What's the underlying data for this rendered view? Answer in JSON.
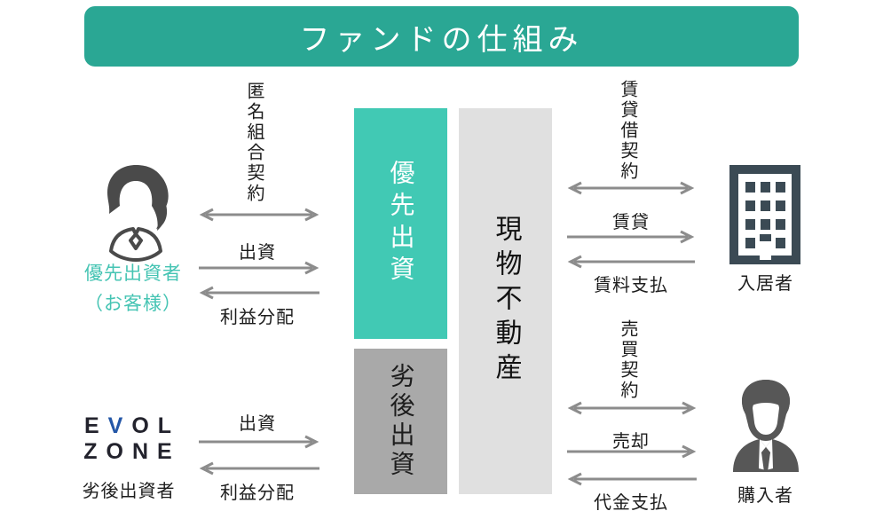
{
  "title": "ファンドの仕組み",
  "colors": {
    "banner": "#2aa794",
    "priority_box": "#41c9b4",
    "subordinate_box": "#a9a9a9",
    "property_box": "#e0e0e0",
    "accent_text": "#45c4b3",
    "arrow": "#8c8c8c",
    "icon_dark": "#4a4a4a",
    "building_icon": "#3b4a54",
    "logo_navy": "#23232d",
    "logo_blue": "#2457a7"
  },
  "boxes": {
    "priority": {
      "label": "優先出資"
    },
    "subordinate": {
      "label": "劣後出資"
    },
    "property": {
      "label": "現物不動産"
    }
  },
  "actors": {
    "priority_investor": {
      "name": "優先出資者",
      "note": "（お客様）"
    },
    "subordinate_investor": {
      "name": "劣後出資者"
    },
    "resident": {
      "name": "入居者"
    },
    "buyer": {
      "name": "購入者"
    }
  },
  "logo": {
    "e": "E",
    "v": "V",
    "ol": "OL",
    "line2": "ZONE"
  },
  "flows": {
    "priority_contract": "匿名組合契約",
    "priority_invest": "出資",
    "priority_return": "利益分配",
    "subordinate_invest": "出資",
    "subordinate_return": "利益分配",
    "lease_contract": "賃貸借契約",
    "lease": "賃貸",
    "rent_payment": "賃料支払",
    "sale_contract": "売買契約",
    "sale": "売却",
    "payment": "代金支払"
  }
}
